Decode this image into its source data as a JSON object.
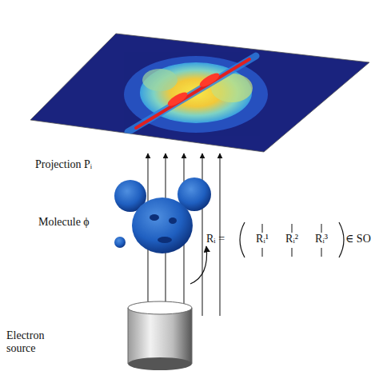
{
  "diagram": {
    "labels": [
      "Projection Pᵢ",
      "Molecule ϕ",
      "Rᵢ =",
      "Rᵢ¹",
      "Rᵢ²",
      "Rᵢ³",
      "∈ SO",
      "Electron source"
    ]
  }
}
